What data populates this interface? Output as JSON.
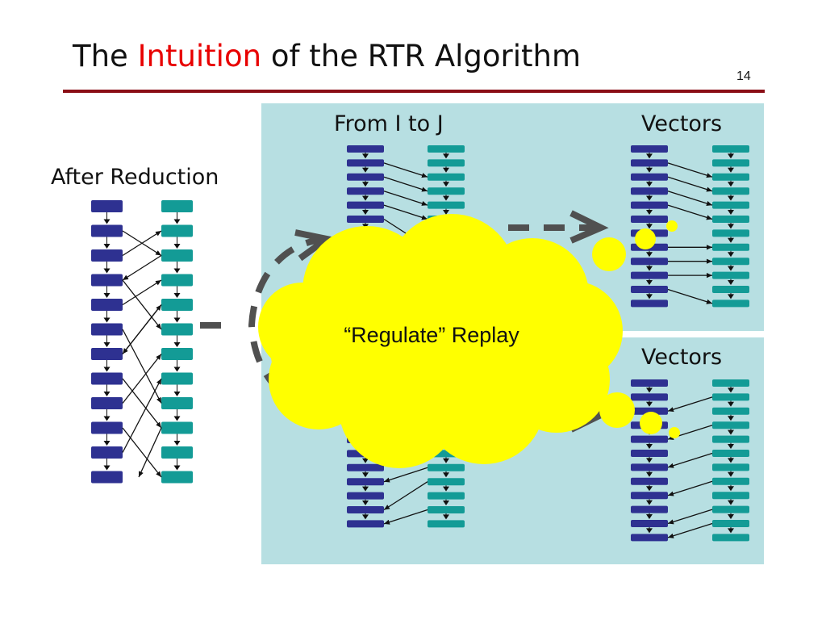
{
  "slide": {
    "title_prefix": "The ",
    "title_highlight": "Intuition",
    "title_suffix": " of the RTR Algorithm",
    "number": "14"
  },
  "labels": {
    "after_reduction": "After Reduction",
    "from_i_to_j": "From I to J",
    "vectors_top": "Vectors",
    "vectors_bottom": "Vectors"
  },
  "callout": {
    "text": "“Regulate” Replay"
  },
  "colors": {
    "navy": "#2e3191",
    "teal": "#139b96",
    "panel": "#b7dfe2",
    "cloud": "#ffff00",
    "rule": "#8a0d15",
    "highlight": "#e80000",
    "dash": "#505050"
  }
}
